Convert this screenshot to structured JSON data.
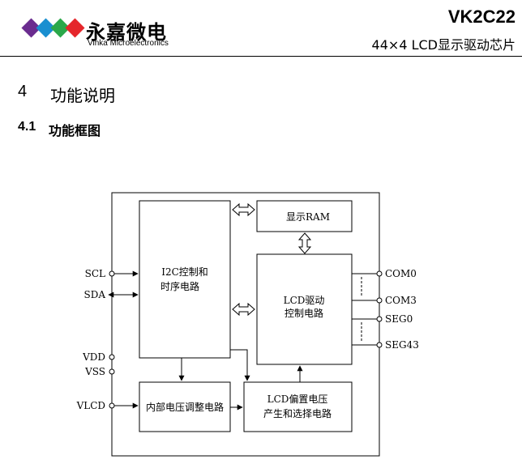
{
  "header": {
    "brand_cn": "永嘉微电",
    "brand_en": "Vinka Microelectronics",
    "part_number": "VK2C22",
    "subtitle": "44×4 LCD显示驱动芯片",
    "logo_colors": [
      "#6a2c8f",
      "#1a8fd0",
      "#2aa84a",
      "#e5262b"
    ]
  },
  "section": {
    "number": "4",
    "title": "功能说明"
  },
  "subsection": {
    "number": "4.1",
    "title": "功能框图"
  },
  "diagram": {
    "blocks": {
      "i2c_line1": "I2C控制和",
      "i2c_line2": "时序电路",
      "ram": "显示RAM",
      "lcd_drv_line1": "LCD驱动",
      "lcd_drv_line2": "控制电路",
      "vreg": "内部电压调整电路",
      "bias_line1": "LCD偏置电压",
      "bias_line2": "产生和选择电路"
    },
    "pins": {
      "scl": "SCL",
      "sda": "SDA",
      "vdd": "VDD",
      "vss": "VSS",
      "vlcd": "VLCD",
      "com0": "COM0",
      "com3": "COM3",
      "seg0": "SEG0",
      "seg43": "SEG43"
    }
  }
}
